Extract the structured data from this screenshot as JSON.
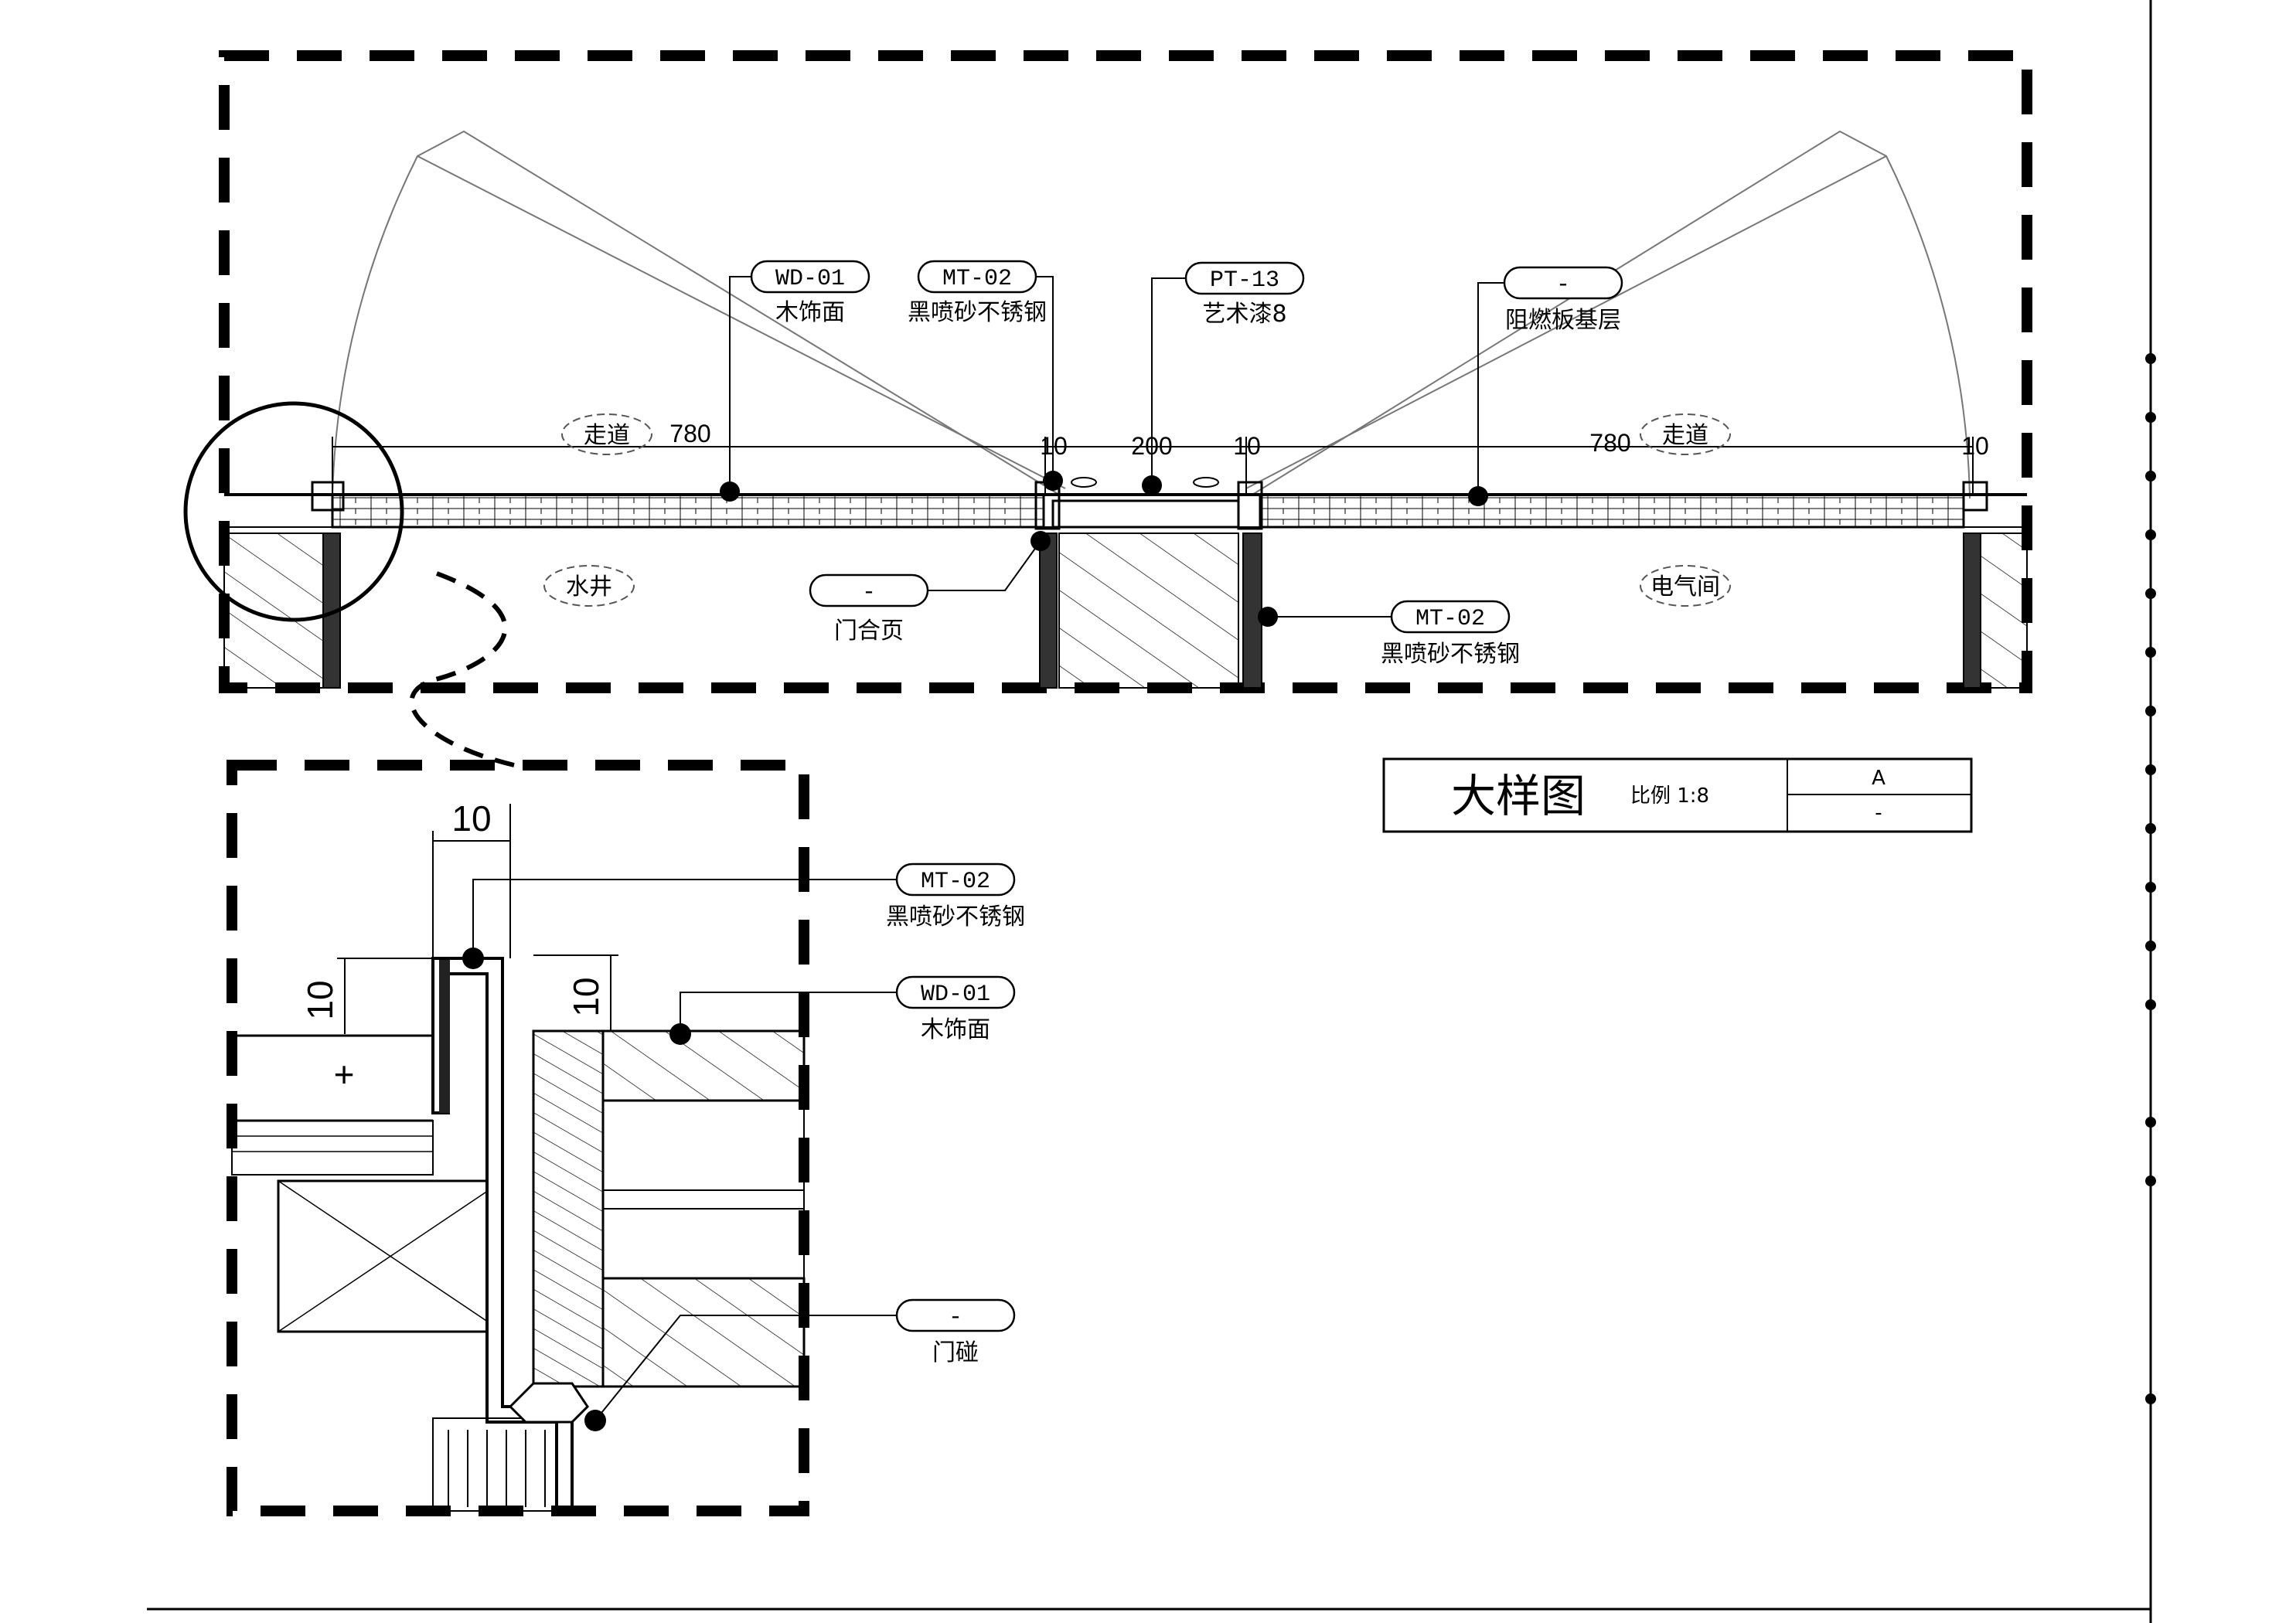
{
  "callouts": {
    "wd01_top": {
      "code": "WD-01",
      "desc": "木饰面"
    },
    "mt02_top": {
      "code": "MT-02",
      "desc": "黑喷砂不锈钢"
    },
    "pt13": {
      "code": "PT-13",
      "desc": "艺术漆8"
    },
    "board_top": {
      "code": "-",
      "desc": "阻燃板基层"
    },
    "hinge": {
      "code": "-",
      "desc": "门合页"
    },
    "mt02_mid": {
      "code": "MT-02",
      "desc": "黑喷砂不锈钢"
    },
    "mt02_detail": {
      "code": "MT-02",
      "desc": "黑喷砂不锈钢"
    },
    "wd01_detail": {
      "code": "WD-01",
      "desc": "木饰面"
    },
    "doorstop": {
      "code": "-",
      "desc": "门碰"
    }
  },
  "rooms": {
    "corridor_left": "走道",
    "corridor_right": "走道",
    "water_shaft": "水井",
    "electrical_room": "电气间"
  },
  "dimensions": {
    "d780_left": "780",
    "d10_a": "10",
    "d200": "200",
    "d10_b": "10",
    "d780_right": "780",
    "d10_c": "10",
    "detail_10_top": "10",
    "detail_10_left": "10",
    "detail_10_right": "10"
  },
  "title_block": {
    "title": "大样图",
    "scale": "比例  1:8",
    "ref": "A",
    "sheet": "-"
  }
}
